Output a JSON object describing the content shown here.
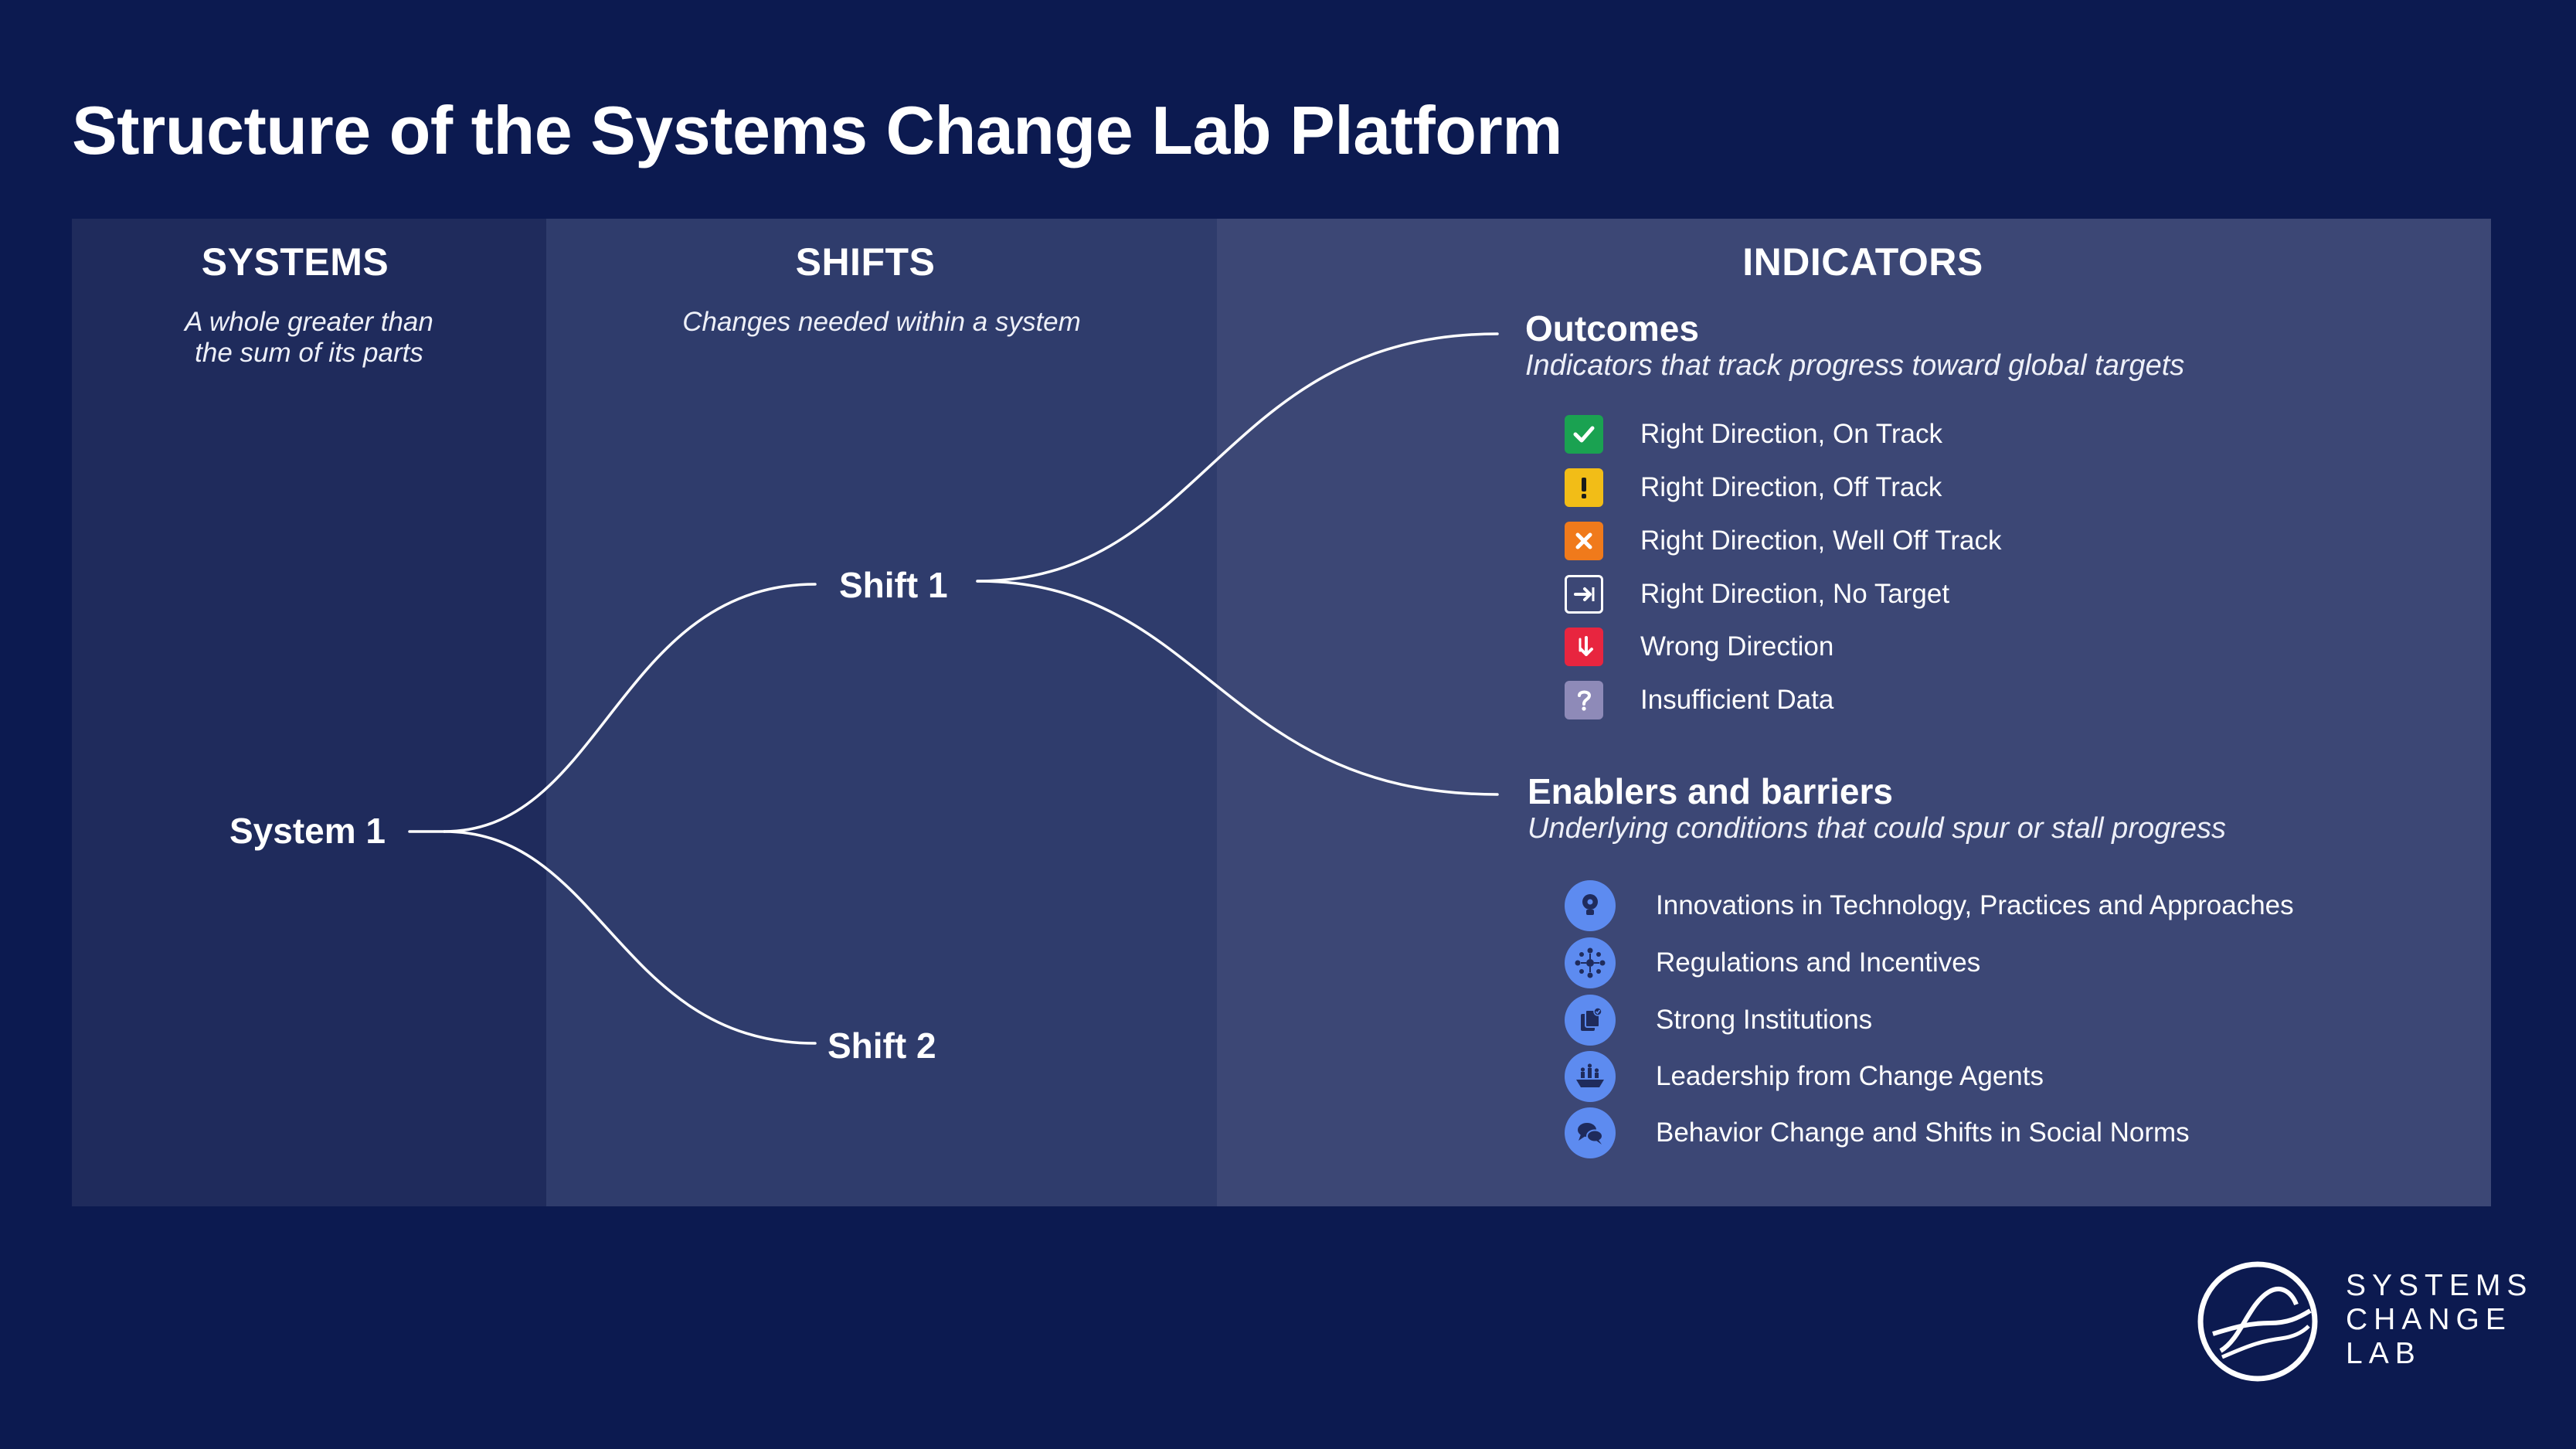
{
  "title": "Structure of the Systems Change Lab Platform",
  "columns": {
    "systems": {
      "heading": "SYSTEMS",
      "subtitle_line1": "A whole greater than",
      "subtitle_line2": "the sum of its parts"
    },
    "shifts": {
      "heading": "SHIFTS",
      "subtitle": "Changes needed within a system"
    },
    "indicators": {
      "heading": "INDICATORS"
    }
  },
  "nodes": {
    "system": "System 1",
    "shift1": "Shift 1",
    "shift2": "Shift 2"
  },
  "outcomes": {
    "heading": "Outcomes",
    "subtitle": "Indicators that track progress toward global targets",
    "items": [
      {
        "label": "Right Direction, On Track",
        "icon": "check-icon",
        "color": "#1aa251"
      },
      {
        "label": "Right Direction, Off Track",
        "icon": "exclamation-icon",
        "color": "#f2bd17"
      },
      {
        "label": "Right Direction, Well Off Track",
        "icon": "x-icon",
        "color": "#f07a1b"
      },
      {
        "label": "Right Direction, No Target",
        "icon": "arrow-right-icon",
        "color": "#3c4775"
      },
      {
        "label": "Wrong Direction",
        "icon": "arrow-down-icon",
        "color": "#e8253f"
      },
      {
        "label": "Insufficient Data",
        "icon": "question-icon",
        "color": "#8e8ab8"
      }
    ]
  },
  "enablers": {
    "heading": "Enablers and barriers",
    "subtitle": "Underlying conditions that could spur or stall progress",
    "items": [
      {
        "label": "Innovations in Technology, Practices and Approaches",
        "icon": "lightbulb-icon"
      },
      {
        "label": "Regulations and Incentives",
        "icon": "network-icon"
      },
      {
        "label": "Strong Institutions",
        "icon": "documents-icon"
      },
      {
        "label": "Leadership from Change Agents",
        "icon": "boat-icon"
      },
      {
        "label": "Behavior Change and Shifts in Social Norms",
        "icon": "chat-bubbles-icon"
      }
    ],
    "icon_color": "#5d8bf0"
  },
  "logo": {
    "line1": "SYSTEMS",
    "line2": "CHANGE",
    "line3": "LAB"
  },
  "colors": {
    "background": "#0c1a50",
    "systems_panel": "#1f2b5c",
    "shifts_panel": "#2f3c6c",
    "indicators_panel": "#3c4775"
  }
}
